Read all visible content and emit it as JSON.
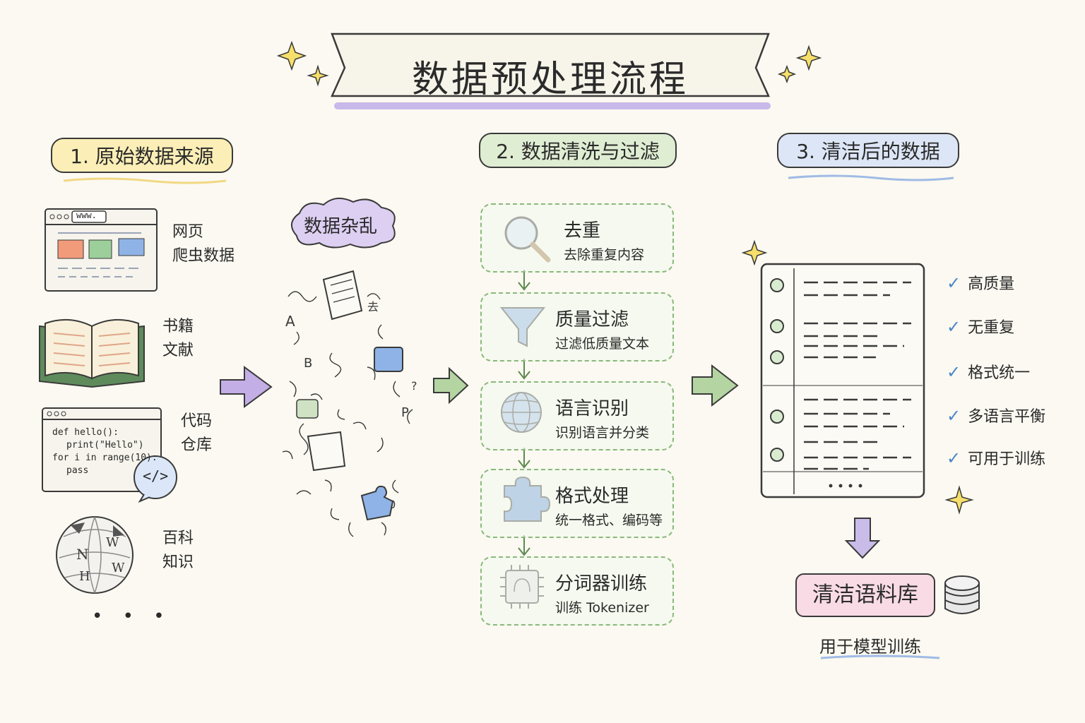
{
  "title": "数据预处理流程",
  "sections": {
    "s1": "1. 原始数据来源",
    "s2": "2. 数据清洗与过滤",
    "s3": "3. 清洁后的数据"
  },
  "sources": [
    {
      "line1": "网页",
      "line2": "爬虫数据",
      "icon": "webpage-icon"
    },
    {
      "line1": "书籍",
      "line2": "文献",
      "icon": "book-icon"
    },
    {
      "line1": "代码",
      "line2": "仓库",
      "icon": "code-icon"
    },
    {
      "line1": "百科",
      "line2": "知识",
      "icon": "wikipedia-globe-icon"
    }
  ],
  "source_more": "• • •",
  "browser_url": "www.",
  "code_lines": [
    "def hello():",
    "print(\"Hello\")",
    "for i in range(10):",
    "pass"
  ],
  "code_tag": "</>",
  "messy_label": "数据杂乱",
  "steps": [
    {
      "title": "去重",
      "desc": "去除重复内容",
      "icon": "magnifier-icon"
    },
    {
      "title": "质量过滤",
      "desc": "过滤低质量文本",
      "icon": "funnel-icon"
    },
    {
      "title": "语言识别",
      "desc": "识别语言并分类",
      "icon": "globe-icon"
    },
    {
      "title": "格式处理",
      "desc": "统一格式、编码等",
      "icon": "puzzle-icon"
    },
    {
      "title": "分词器训练",
      "desc": "训练 Tokenizer",
      "icon": "chip-icon"
    }
  ],
  "checks": [
    "高质量",
    "无重复",
    "格式统一",
    "多语言平衡",
    "可用于训练"
  ],
  "corpus": "清洁语料库",
  "corpus_note": "用于模型训练",
  "colors": {
    "yellow": "#fbeeb6",
    "green": "#dfedd2",
    "blue": "#dde6f6",
    "purple_arrow": "#c4aee6",
    "green_arrow": "#b4d5a2",
    "pink": "#f8dbe4",
    "check_blue": "#4a86c8"
  }
}
